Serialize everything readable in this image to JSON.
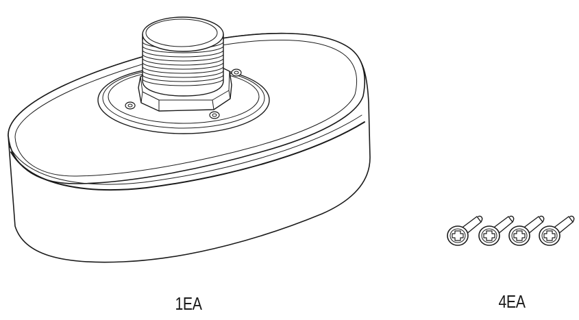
{
  "parts": [
    {
      "id": "mount-base",
      "quantity_label": "1EA",
      "icon": "junction-box-mount-icon"
    },
    {
      "id": "screws",
      "quantity_label": "4EA",
      "count": 4,
      "icon": "phillips-screw-icon"
    }
  ]
}
